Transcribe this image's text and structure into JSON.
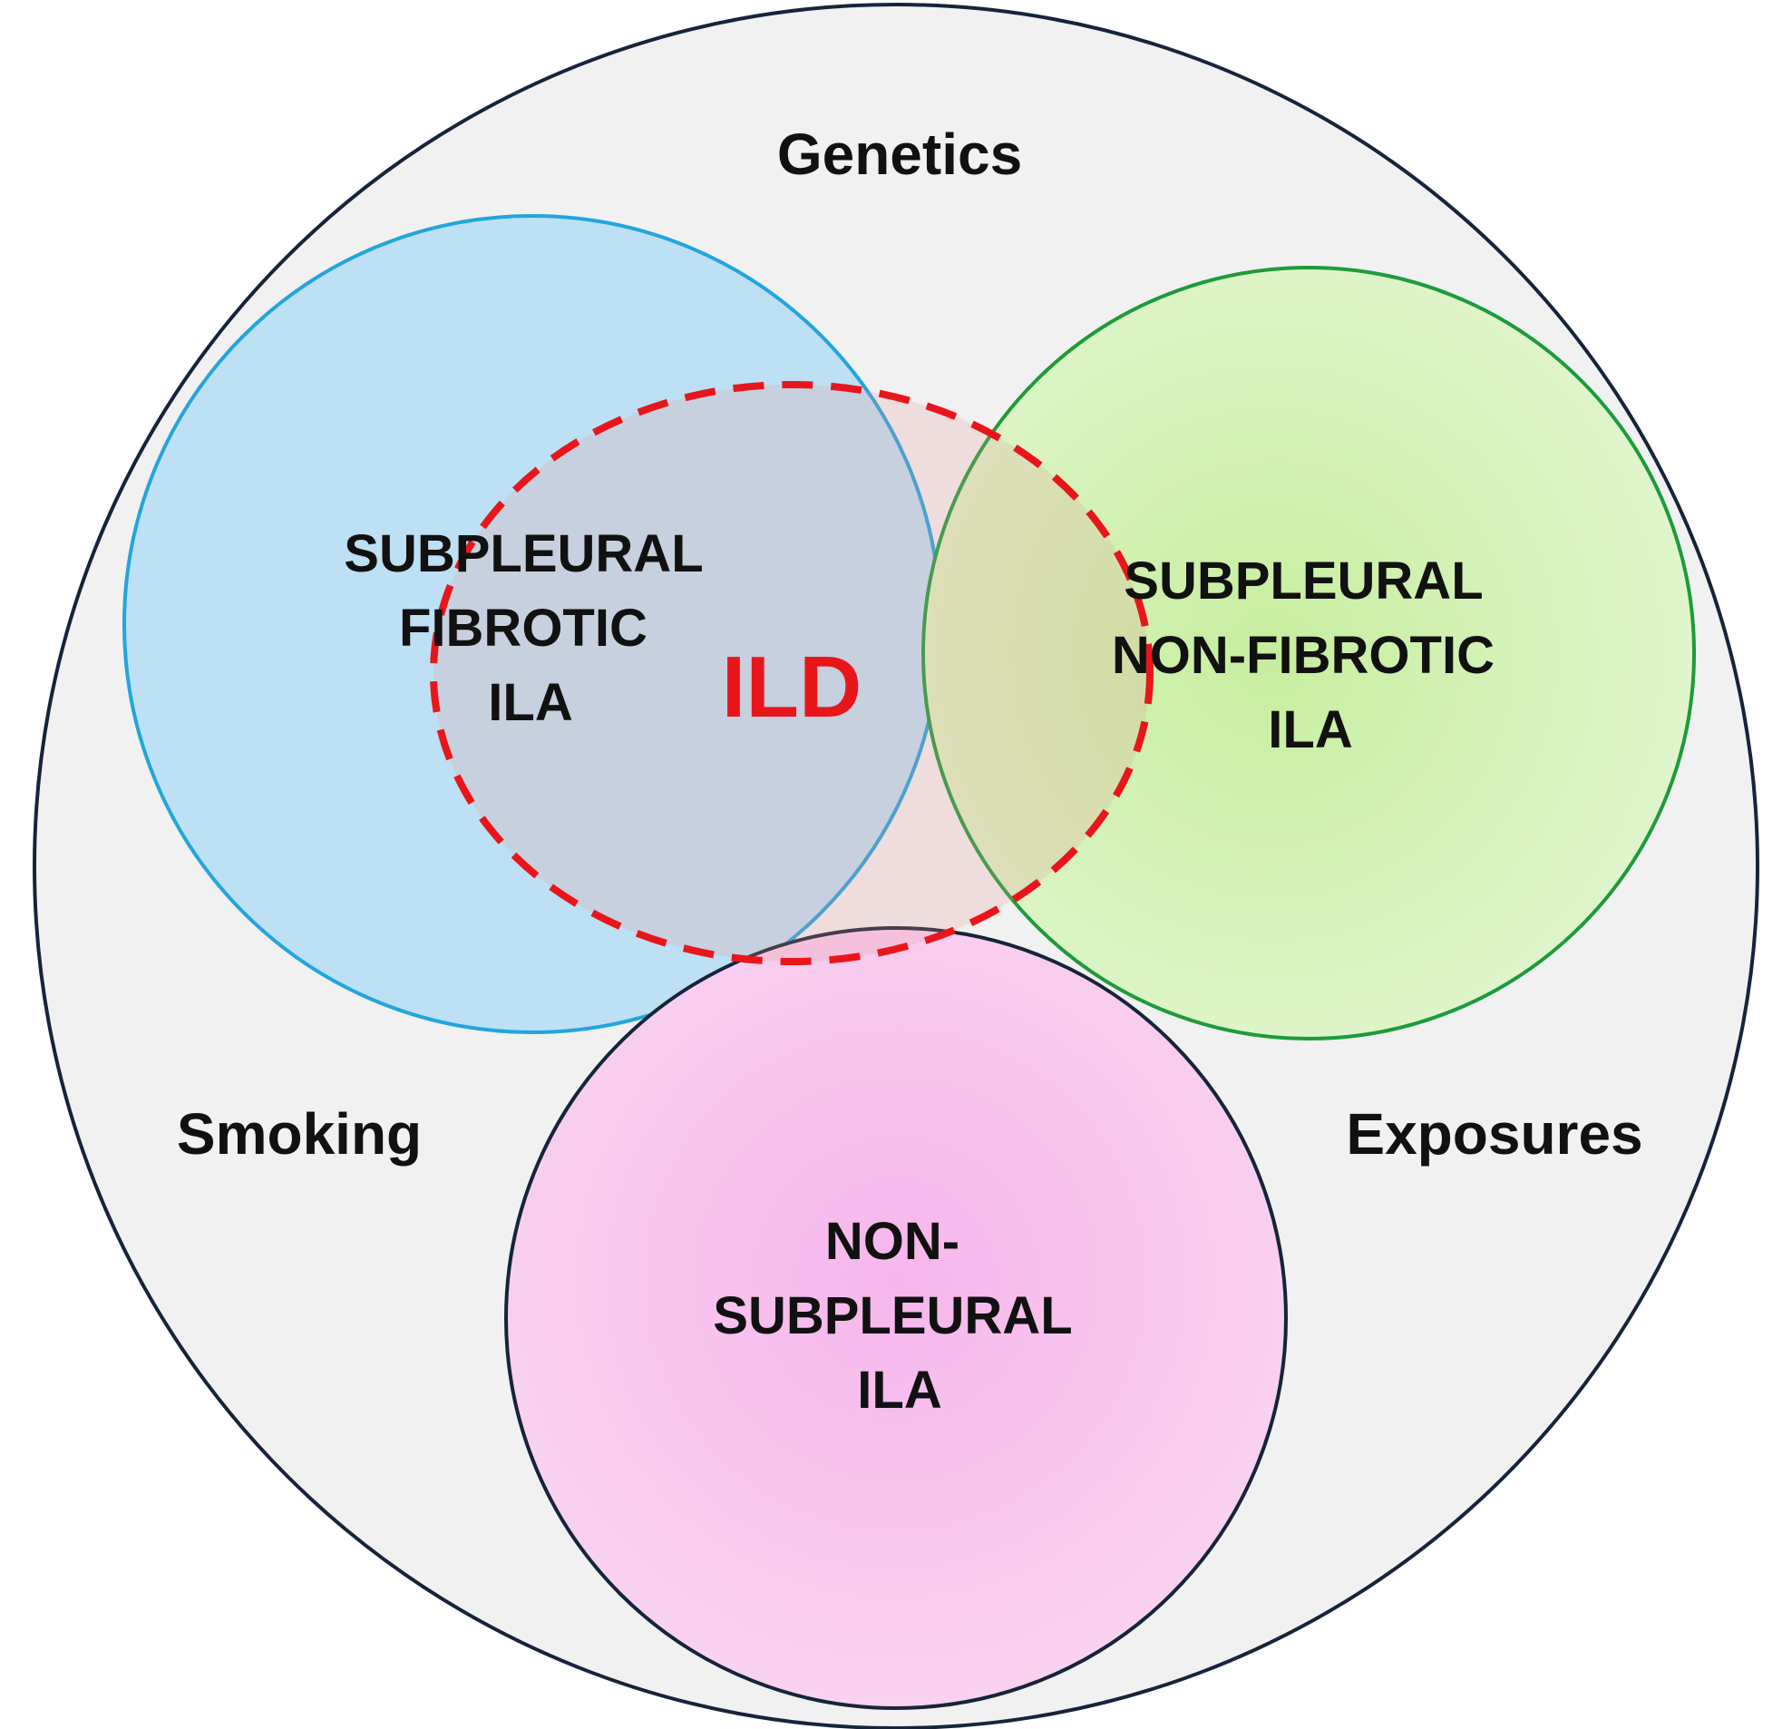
{
  "factors": {
    "top": "Genetics",
    "left": "Smoking",
    "right": "Exposures"
  },
  "sets": {
    "fibrotic": {
      "line1": "SUBPLEURAL",
      "line2": "FIBROTIC",
      "line3": "ILA",
      "fill": "#bde0f4",
      "stroke": "#22a5dd"
    },
    "nonfibrotic": {
      "line1": "SUBPLEURAL",
      "line2": "NON-FIBROTIC",
      "line3": "ILA",
      "fill": "#d8f4c4",
      "stroke": "#1d9b3a"
    },
    "nonsubpleural": {
      "line1": "NON-",
      "line2": "SUBPLEURAL",
      "line3": "ILA",
      "fill": "#f8c8ee",
      "stroke": "#16243a"
    },
    "ild": {
      "label": "ILD",
      "stroke": "#e8161b"
    }
  },
  "background": {
    "fill": "#f1f1f1",
    "stroke": "#16243a"
  }
}
